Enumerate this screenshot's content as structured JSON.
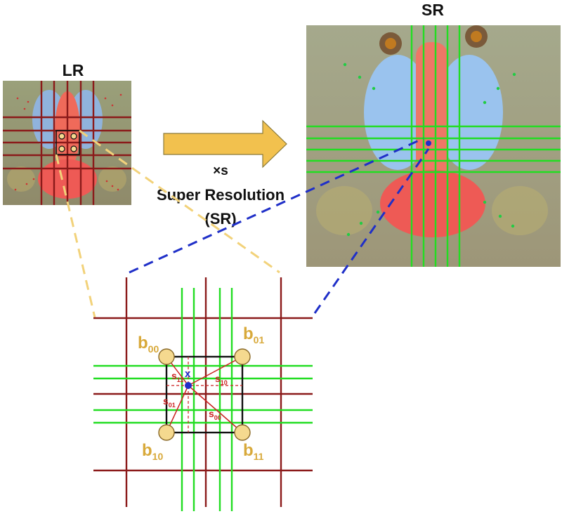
{
  "labels": {
    "lr": "LR",
    "sr": "SR",
    "scale": "×s",
    "sr_line1": "Super Resolution",
    "sr_line2": "(SR)"
  },
  "detail": {
    "b00_main": "b",
    "b00_sub": "00",
    "b01_main": "b",
    "b01_sub": "01",
    "b10_main": "b",
    "b10_sub": "10",
    "b11_main": "b",
    "b11_sub": "11",
    "x": "x",
    "s11_main": "s",
    "s11_sub": "11",
    "s10_main": "s",
    "s10_sub": "10",
    "s01_main": "s",
    "s01_sub": "01",
    "s00_main": "s",
    "s00_sub": "00"
  },
  "colors": {
    "lr_grid": "#8b1a1a",
    "sr_grid": "#22dd22",
    "arrow_fill": "#f2c14e",
    "connector_yellow": "#f2d27a",
    "connector_blue": "#1f2fc8",
    "node_fill": "#f5d98f",
    "label_gold": "#d8a93a",
    "weight_red": "#cc2222",
    "point_blue": "#1f2fc8"
  }
}
